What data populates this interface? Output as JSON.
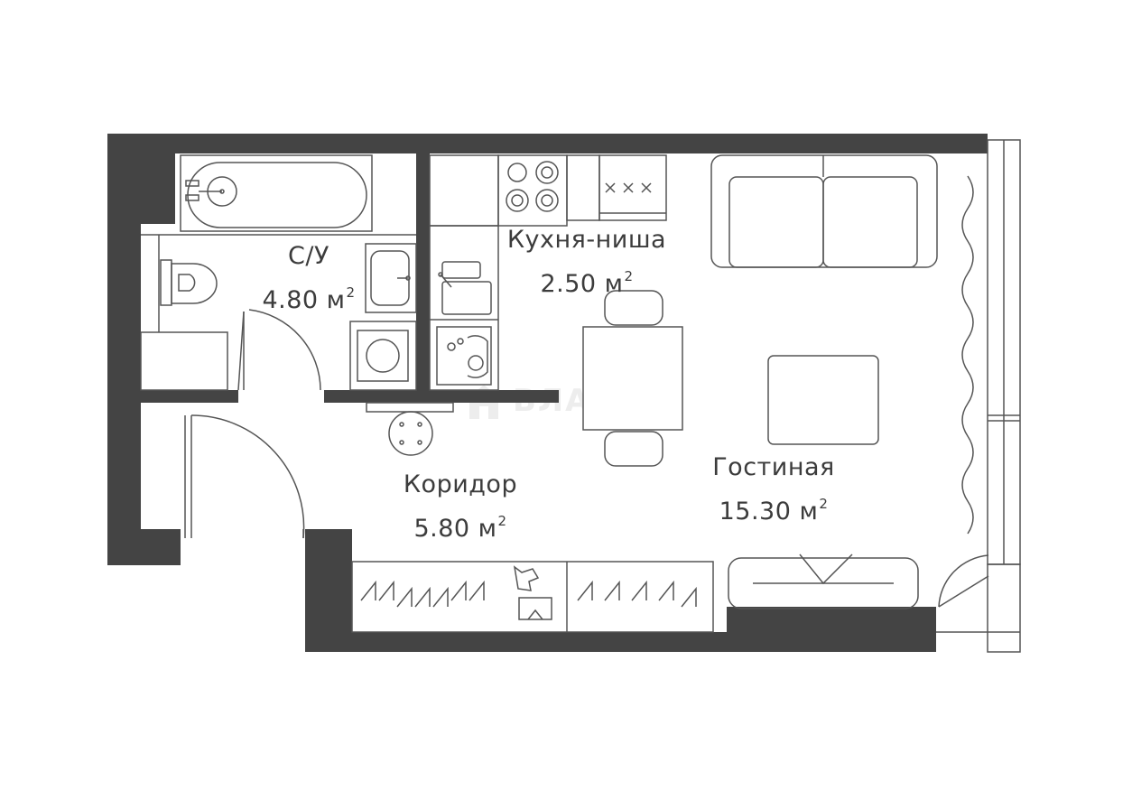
{
  "watermark": {
    "text": "ВЛАДИС"
  },
  "colors": {
    "wall": "#444444",
    "line": "#555555",
    "text": "#3c3c3c",
    "watermark": "#ededed"
  },
  "rooms": [
    {
      "name": "С/У",
      "area": "4.80 м",
      "unit_sup": "2"
    },
    {
      "name": "Кухня-ниша",
      "area": "2.50 м",
      "unit_sup": "2"
    },
    {
      "name": "Коридор",
      "area": "5.80 м",
      "unit_sup": "2"
    },
    {
      "name": "Гостиная",
      "area": "15.30 м",
      "unit_sup": "2"
    }
  ]
}
